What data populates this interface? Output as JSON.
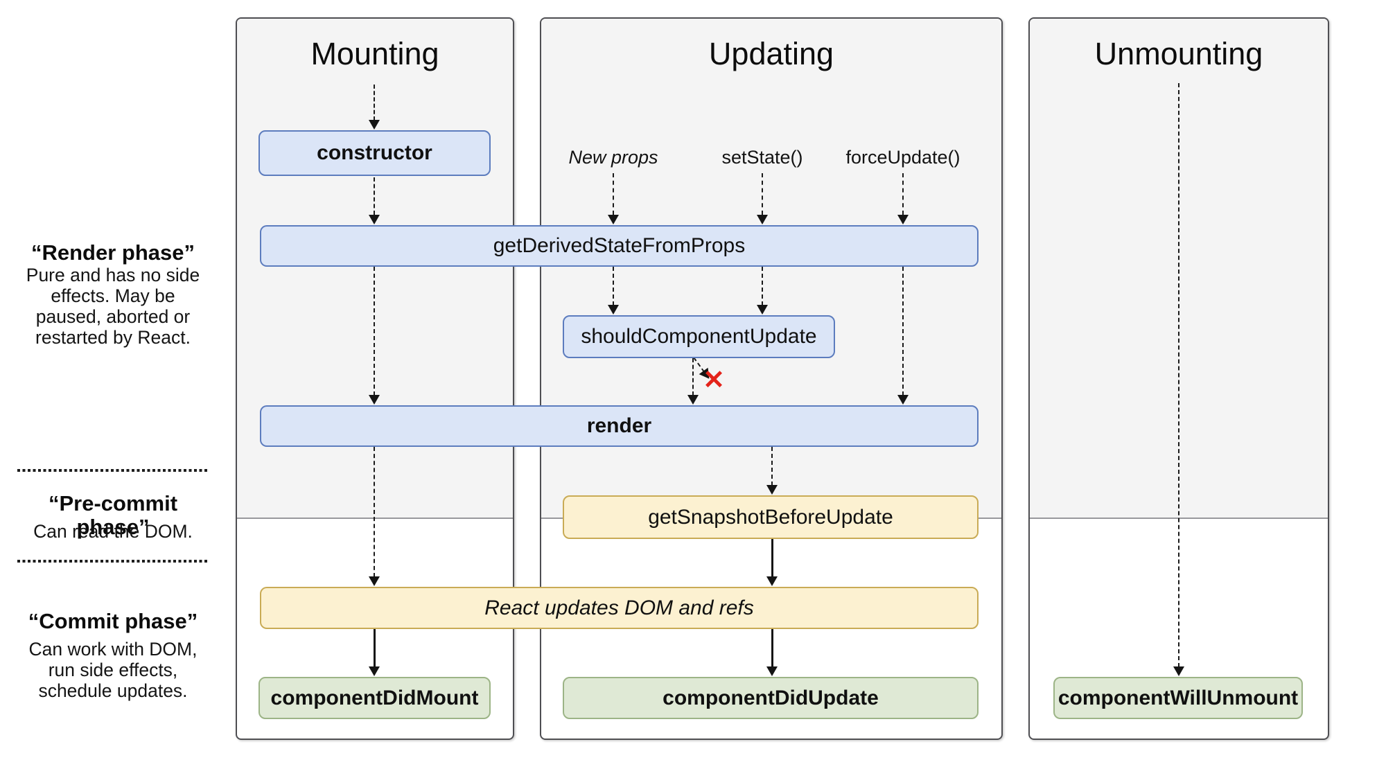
{
  "sidebar": {
    "phases": [
      {
        "title": "“Render phase”",
        "lines": [
          "Pure and has no side",
          "effects. May be",
          "paused, aborted or",
          "restarted by React."
        ]
      },
      {
        "title": "“Pre-commit phase”",
        "lines": [
          "Can read the DOM."
        ]
      },
      {
        "title": "“Commit phase”",
        "lines": [
          "Can work with DOM,",
          "run side effects,",
          "schedule updates."
        ]
      }
    ]
  },
  "columns": [
    {
      "title": "Mounting"
    },
    {
      "title": "Updating"
    },
    {
      "title": "Unmounting"
    }
  ],
  "triggers": {
    "new_props": "New props",
    "set_state": "setState()",
    "force_update": "forceUpdate()"
  },
  "boxes": {
    "constructor": "constructor",
    "get_derived": "getDerivedStateFromProps",
    "should_update": "shouldComponentUpdate",
    "render": "render",
    "get_snapshot": "getSnapshotBeforeUpdate",
    "react_updates": "React updates DOM and refs",
    "did_mount": "componentDidMount",
    "did_update": "componentDidUpdate",
    "will_unmount": "componentWillUnmount"
  },
  "marks": {
    "stop_x": "✕"
  },
  "colors": {
    "lifecycle_blue_fill": "#dbe5f7",
    "lifecycle_blue_border": "#5c7cbe",
    "commit_yellow_fill": "#fcf1d1",
    "commit_yellow_border": "#c9ab55",
    "result_green_fill": "#dfe9d5",
    "result_green_border": "#9cb486",
    "panel_gray": "#f4f4f4",
    "stop_red": "#e3231a"
  }
}
